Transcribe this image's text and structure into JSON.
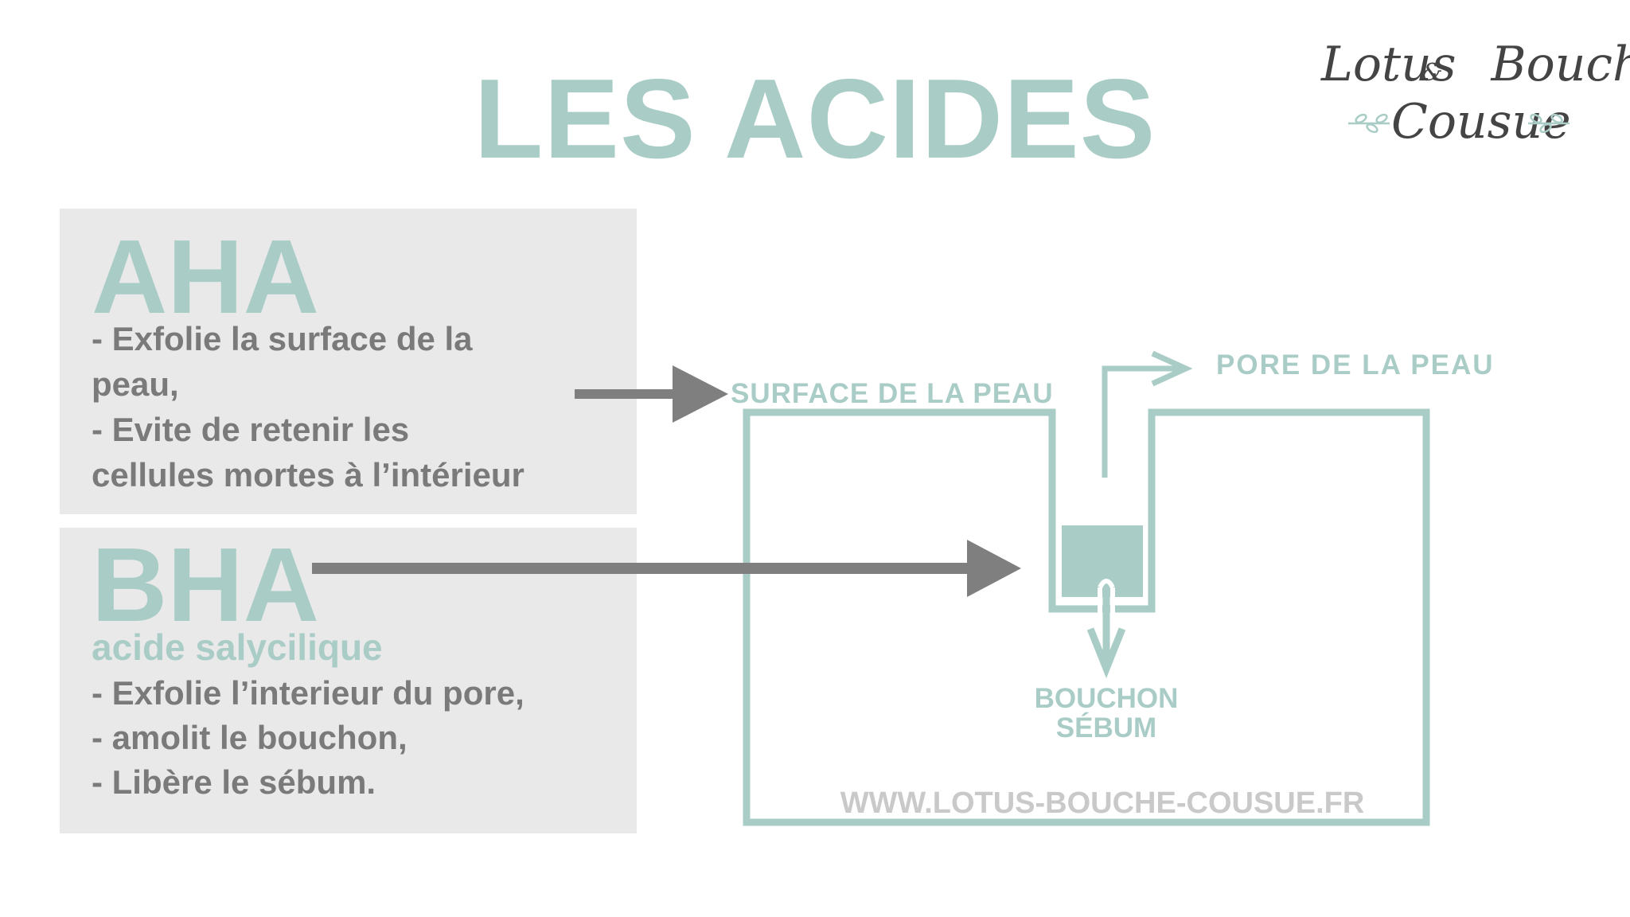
{
  "title": "LES ACIDES",
  "logo": {
    "line1": "Lotus",
    "amp": "&",
    "line1b": "Bouche",
    "line2": "Cousue"
  },
  "aha": {
    "heading": "AHA",
    "lines": [
      "- Exfolie la surface de la",
      "peau,",
      "- Evite de retenir les",
      "cellules mortes à l’intérieur"
    ]
  },
  "bha": {
    "heading": "BHA",
    "subtitle": "acide salycilique",
    "lines": [
      "- Exfolie l’interieur du pore,",
      "- amolit le bouchon,",
      "- Libère le sébum."
    ]
  },
  "diagram": {
    "surface_label": "SURFACE DE LA PEAU",
    "pore_label": "PORE DE LA PEAU",
    "plug_label_1": "BOUCHON",
    "plug_label_2": "SÉBUM",
    "website": "WWW.LOTUS-BOUCHE-COUSUE.FR"
  },
  "colors": {
    "accent": "#a9cdc6",
    "text_gray": "#7a7a7a",
    "arrow_gray": "#7f7f7f",
    "panel_bg": "#e9e9e9"
  }
}
